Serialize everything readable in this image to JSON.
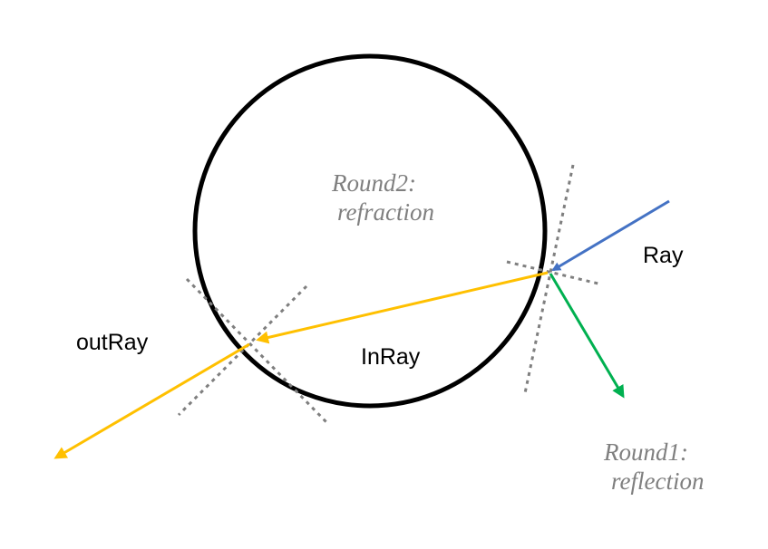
{
  "labels": {
    "ray": "Ray",
    "out_ray": "outRay",
    "in_ray": "InRay"
  },
  "notes": {
    "round2_line1": "Round2:",
    "round2_line2": "refraction",
    "round1_line1": "Round1:",
    "round1_line2": "reflection"
  },
  "colors": {
    "circle": "#000000",
    "incident_ray": "#4472c4",
    "refracted_ray": "#ffc000",
    "reflected_ray": "#00b050",
    "normal_lines": "#7f7f7f",
    "note_text": "#7f7f7f"
  }
}
